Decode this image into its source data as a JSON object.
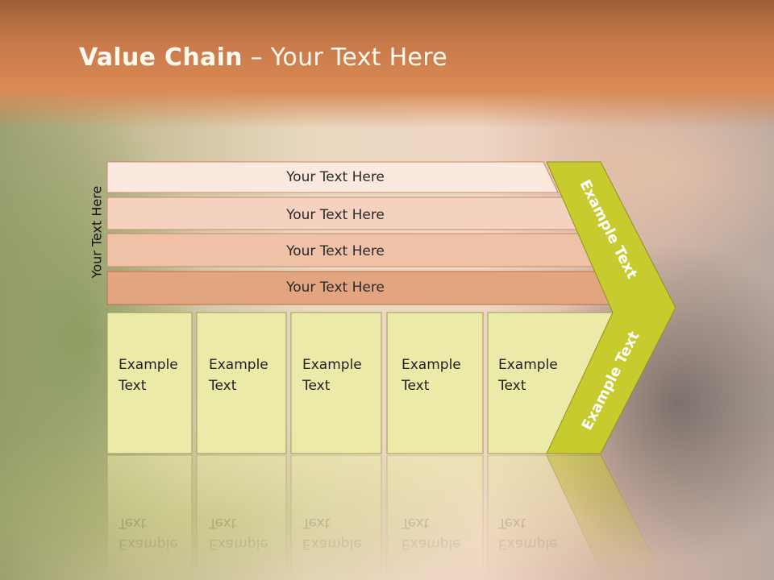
{
  "slide": {
    "title_bold": "Value Chain",
    "title_rest": " – Your Text Here",
    "side_label": "Your Text Here"
  },
  "rows": [
    {
      "label": "Your Text Here"
    },
    {
      "label": "Your Text Here"
    },
    {
      "label": "Your Text Here"
    },
    {
      "label": "Your Text Here"
    }
  ],
  "cells": [
    {
      "line1": "Example",
      "line2": "Text"
    },
    {
      "line1": "Example",
      "line2": "Text"
    },
    {
      "line1": "Example",
      "line2": "Text"
    },
    {
      "line1": "Example",
      "line2": "Text"
    },
    {
      "line1": "Example",
      "line2": "Text"
    }
  ],
  "chevron": {
    "upper_label": "Example Text",
    "lower_label": "Example Text"
  },
  "colors": {
    "row1": "#fbe9df",
    "row2": "#f5d2bf",
    "row3": "#efc1a7",
    "row4": "#e3a57f",
    "cell": "#ebeaa8",
    "chevron": "#c8cb2e",
    "header": "#c97a4a"
  }
}
